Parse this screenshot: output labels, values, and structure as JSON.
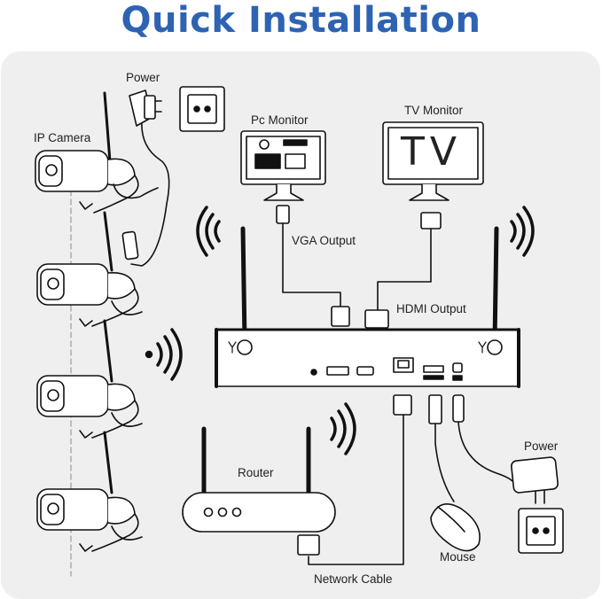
{
  "title": "Quick Installation",
  "labels": {
    "camera_power": "Power",
    "ip_camera": "IP Camera",
    "pc_monitor": "Pc Monitor",
    "tv_monitor": "TV Monitor",
    "tv_screen_text": "TV",
    "vga_output": "VGA Output",
    "hdmi_output": "HDMI Output",
    "router": "Router",
    "nvr_power": "Power",
    "mouse": "Mouse",
    "network_cable": "Network Cable"
  },
  "colors": {
    "title": "#2e63b3",
    "panel": "#efefef",
    "line": "#111111"
  }
}
